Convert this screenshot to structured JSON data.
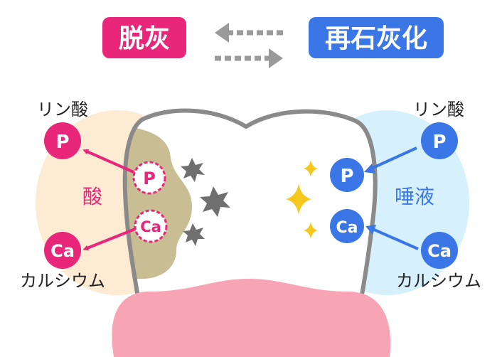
{
  "title_left": {
    "text": "脱灰",
    "color": "#e8277a"
  },
  "title_right": {
    "text": "再石灰化",
    "color": "#3b76e6"
  },
  "left": {
    "phosphate_label": "リン酸",
    "phosphate_symbol": "P",
    "calcium_label": "カルシウム",
    "calcium_symbol": "Ca",
    "zone_label": "酸",
    "zone_color": "#fdebd3",
    "ion_color": "#e8277a"
  },
  "right": {
    "phosphate_label": "リン酸",
    "phosphate_symbol": "P",
    "calcium_label": "カルシウム",
    "calcium_symbol": "Ca",
    "zone_label": "唾液",
    "zone_color": "#d6f1fb",
    "ion_color": "#3b76e6"
  },
  "tooth": {
    "inner_left_p": "P",
    "inner_left_ca": "Ca",
    "inner_right_p": "P",
    "inner_right_ca": "Ca",
    "outline_color": "#8a8a8a",
    "lesion_color": "#c9bd94",
    "gum_color": "#f7a5b4",
    "sparkle_color": "#f5c81e",
    "damage_color": "#6f6f6f"
  },
  "arrows_color": "#9a9a9a"
}
